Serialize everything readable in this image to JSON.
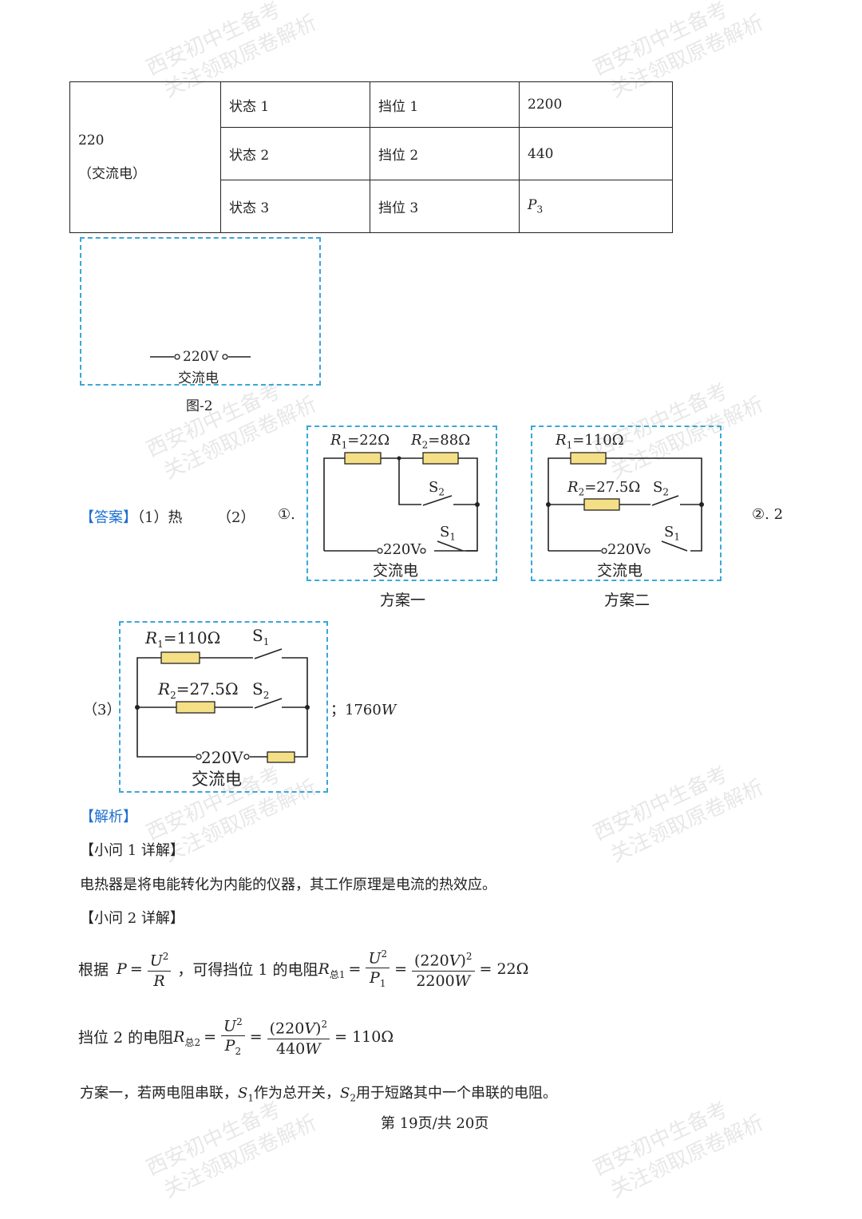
{
  "watermark": {
    "line1": "西安初中生备考",
    "line2": "关注领取原卷解析"
  },
  "table": {
    "voltage": "220",
    "current_type": "（交流电）",
    "rows": [
      {
        "state": "状态 1",
        "gear": "挡位 1",
        "power": "2200"
      },
      {
        "state": "状态 2",
        "gear": "挡位 2",
        "power": "440"
      },
      {
        "state": "状态 3",
        "gear": "挡位 3",
        "power": "P",
        "power_sub": "3"
      }
    ]
  },
  "figure2": {
    "terminal": "220V",
    "source": "交流电",
    "caption": "图-2"
  },
  "answer": {
    "tag": "【答案】",
    "part1": "（1）热",
    "part2": "（2）",
    "mark1": "①.",
    "mark2": "②. 2",
    "part3": "（3）",
    "part3_result": "；1760",
    "part3_unit": "W"
  },
  "scheme1": {
    "r1": "R",
    "r1_sub": "1",
    "r1_val": "=22Ω",
    "r2": "R",
    "r2_sub": "2",
    "r2_val": "=88Ω",
    "s1": "S",
    "s1_sub": "1",
    "s2": "S",
    "s2_sub": "2",
    "terminal": "220V",
    "source": "交流电",
    "caption": "方案一"
  },
  "scheme2": {
    "r1": "R",
    "r1_sub": "1",
    "r1_val": "=110Ω",
    "r2": "R",
    "r2_sub": "2",
    "r2_val": "=27.5Ω",
    "s1": "S",
    "s1_sub": "1",
    "s2": "S",
    "s2_sub": "2",
    "terminal": "220V",
    "source": "交流电",
    "caption": "方案二"
  },
  "scheme3": {
    "r1": "R",
    "r1_sub": "1",
    "r1_val": "=110Ω",
    "r2": "R",
    "r2_sub": "2",
    "r2_val": "=27.5Ω",
    "s1": "S",
    "s1_sub": "1",
    "s2": "S",
    "s2_sub": "2",
    "terminal": "220V",
    "source": "交流电"
  },
  "analysis": {
    "tag": "【解析】",
    "q1_head": "【小问 1 详解】",
    "q1_text": "电热器是将电能转化为内能的仪器，其工作原理是电流的热效应。",
    "q2_head": "【小问 2 详解】",
    "f1_prefix": "根据",
    "f1_mid": "，可得挡位 1 的电阻",
    "f1_result": "= 22Ω",
    "f2_prefix": "挡位 2 的电阻",
    "f2_result": "= 110Ω",
    "sub_total1": "总1",
    "sub_total2": "总2",
    "num_u2": "U",
    "sq": "2",
    "num_220": "(220",
    "num_220_unit": "V",
    "num_close": ")",
    "den_r": "R",
    "den_p": "P",
    "den_p1_sub": "1",
    "den_p2_sub": "2",
    "den_2200": "2200",
    "den_440": "440",
    "unit_w": "W",
    "var_p": "P",
    "var_r": "R",
    "eq_sign": "=",
    "last_a": "方案一，若两电阻串联，",
    "last_s1": "S",
    "last_s1_sub": "1",
    "last_b": "作为总开关，",
    "last_s2": "S",
    "last_s2_sub": "2",
    "last_c": "用于短路其中一个串联的电阻。"
  },
  "footer": {
    "page": "第 19页/共 20页"
  }
}
